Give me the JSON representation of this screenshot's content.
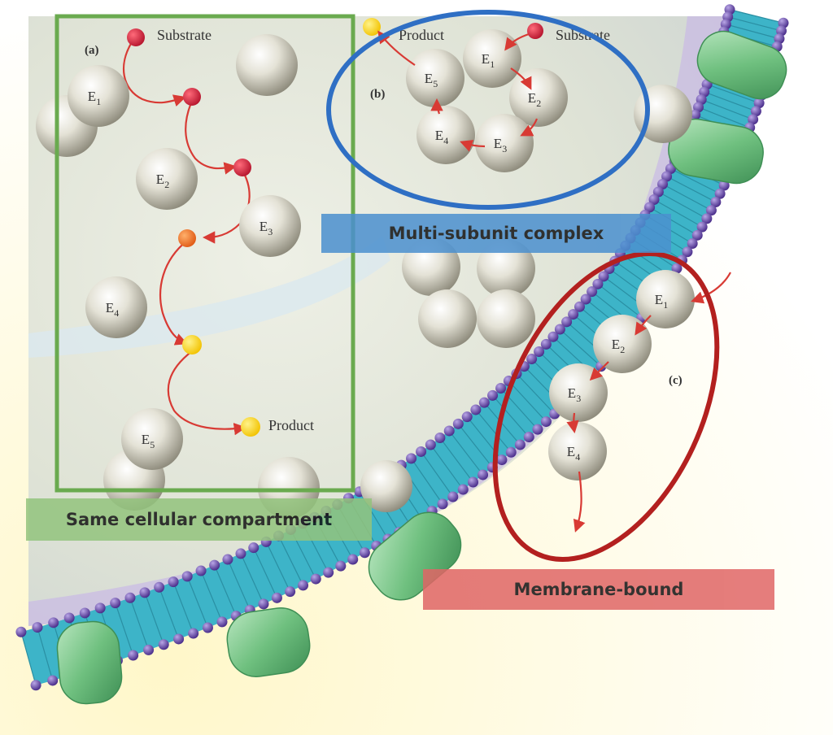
{
  "colors": {
    "panel_a_box": "#6aaa4f",
    "panel_b_ellipse": "#2f6fc4",
    "panel_c_ellipse": "#b3201f",
    "banner_multi": "#4b90cf",
    "banner_same": "#93c47d",
    "banner_membrane": "#e06666",
    "arrow": "#d83a34",
    "membrane_tail": "#3db4c8",
    "membrane_head": "#6a4aa8",
    "membrane_protein": "#7cc78a"
  },
  "panel_a": {
    "letter": "(a)",
    "substrate": "Substrate",
    "product": "Product",
    "enzymes": [
      {
        "name": "E",
        "sub": "1"
      },
      {
        "name": "E",
        "sub": "2"
      },
      {
        "name": "E",
        "sub": "3"
      },
      {
        "name": "E",
        "sub": "4"
      },
      {
        "name": "E",
        "sub": "5"
      }
    ]
  },
  "panel_b": {
    "letter": "(b)",
    "substrate": "Substrate",
    "product": "Product",
    "enzymes": [
      {
        "name": "E",
        "sub": "1"
      },
      {
        "name": "E",
        "sub": "2"
      },
      {
        "name": "E",
        "sub": "3"
      },
      {
        "name": "E",
        "sub": "4"
      },
      {
        "name": "E",
        "sub": "5"
      }
    ]
  },
  "panel_c": {
    "letter": "(c)",
    "enzymes": [
      {
        "name": "E",
        "sub": "1"
      },
      {
        "name": "E",
        "sub": "2"
      },
      {
        "name": "E",
        "sub": "3"
      },
      {
        "name": "E",
        "sub": "4"
      }
    ]
  },
  "banners": {
    "multi_subunit": "Multi-subunit complex",
    "same_compartment": "Same cellular compartment",
    "membrane_bound": "Membrane-bound"
  }
}
